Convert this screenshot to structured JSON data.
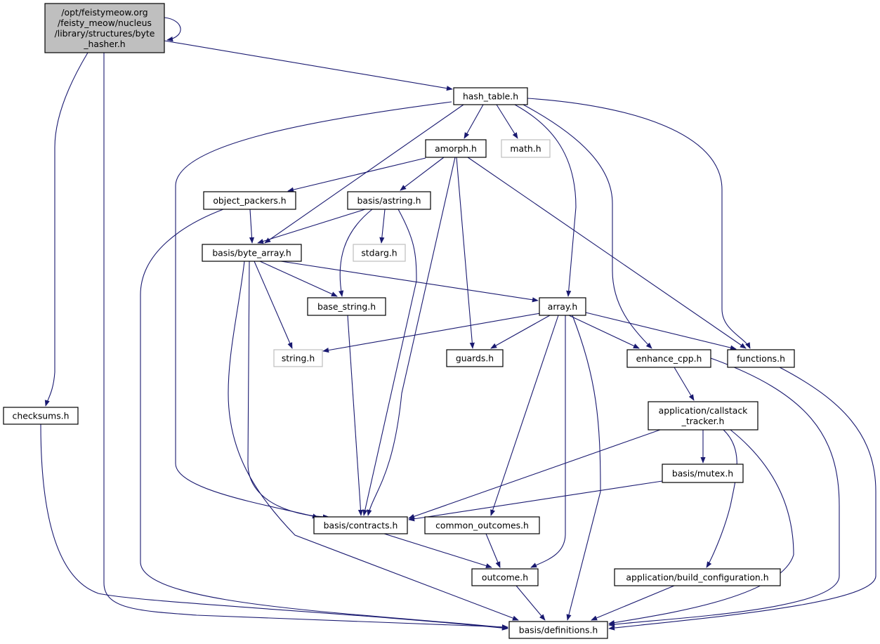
{
  "colors": {
    "edge": "#191970",
    "root_fill": "#bfbfbf",
    "external_border": "#bfbfbf"
  },
  "nodes": [
    {
      "id": "root",
      "label": [
        "/opt/feistymeow.org",
        "/feisty_meow/nucleus",
        "/library/structures/byte",
        "_hasher.h"
      ],
      "kind": "root"
    },
    {
      "id": "hash",
      "label": [
        "hash_table.h"
      ],
      "kind": "normal"
    },
    {
      "id": "amorph",
      "label": [
        "amorph.h"
      ],
      "kind": "normal"
    },
    {
      "id": "math",
      "label": [
        "math.h"
      ],
      "kind": "external"
    },
    {
      "id": "objp",
      "label": [
        "object_packers.h"
      ],
      "kind": "normal"
    },
    {
      "id": "astr",
      "label": [
        "basis/astring.h"
      ],
      "kind": "normal"
    },
    {
      "id": "stdarg",
      "label": [
        "stdarg.h"
      ],
      "kind": "external"
    },
    {
      "id": "bytea",
      "label": [
        "basis/byte_array.h"
      ],
      "kind": "normal"
    },
    {
      "id": "bstr",
      "label": [
        "base_string.h"
      ],
      "kind": "normal"
    },
    {
      "id": "array",
      "label": [
        "array.h"
      ],
      "kind": "normal"
    },
    {
      "id": "strh",
      "label": [
        "string.h"
      ],
      "kind": "external"
    },
    {
      "id": "guards",
      "label": [
        "guards.h"
      ],
      "kind": "normal"
    },
    {
      "id": "enh",
      "label": [
        "enhance_cpp.h"
      ],
      "kind": "normal"
    },
    {
      "id": "func",
      "label": [
        "functions.h"
      ],
      "kind": "normal"
    },
    {
      "id": "cks",
      "label": [
        "checksums.h"
      ],
      "kind": "normal"
    },
    {
      "id": "cst",
      "label": [
        "application/callstack",
        "_tracker.h"
      ],
      "kind": "normal"
    },
    {
      "id": "mutex",
      "label": [
        "basis/mutex.h"
      ],
      "kind": "normal"
    },
    {
      "id": "contr",
      "label": [
        "basis/contracts.h"
      ],
      "kind": "normal"
    },
    {
      "id": "comm",
      "label": [
        "common_outcomes.h"
      ],
      "kind": "normal"
    },
    {
      "id": "outc",
      "label": [
        "outcome.h"
      ],
      "kind": "normal"
    },
    {
      "id": "build",
      "label": [
        "application/build_configuration.h"
      ],
      "kind": "normal"
    },
    {
      "id": "defs",
      "label": [
        "basis/definitions.h"
      ],
      "kind": "normal"
    }
  ],
  "edges": [
    [
      "root",
      "root"
    ],
    [
      "root",
      "hash"
    ],
    [
      "root",
      "cks"
    ],
    [
      "root",
      "defs"
    ],
    [
      "cks",
      "defs"
    ],
    [
      "hash",
      "contr"
    ],
    [
      "hash",
      "bytea"
    ],
    [
      "hash",
      "amorph"
    ],
    [
      "hash",
      "math"
    ],
    [
      "hash",
      "array"
    ],
    [
      "hash",
      "enh"
    ],
    [
      "hash",
      "func"
    ],
    [
      "amorph",
      "objp"
    ],
    [
      "amorph",
      "astr"
    ],
    [
      "amorph",
      "contr"
    ],
    [
      "amorph",
      "guards"
    ],
    [
      "amorph",
      "func"
    ],
    [
      "objp",
      "bytea"
    ],
    [
      "objp",
      "defs"
    ],
    [
      "astr",
      "bytea"
    ],
    [
      "astr",
      "stdarg"
    ],
    [
      "astr",
      "bstr"
    ],
    [
      "astr",
      "contr"
    ],
    [
      "bytea",
      "bstr"
    ],
    [
      "bytea",
      "array"
    ],
    [
      "bytea",
      "strh"
    ],
    [
      "bytea",
      "contr"
    ],
    [
      "bytea",
      "defs"
    ],
    [
      "bstr",
      "contr"
    ],
    [
      "array",
      "strh"
    ],
    [
      "array",
      "guards"
    ],
    [
      "array",
      "enh"
    ],
    [
      "array",
      "func"
    ],
    [
      "array",
      "comm"
    ],
    [
      "array",
      "outc"
    ],
    [
      "array",
      "defs"
    ],
    [
      "enh",
      "cst"
    ],
    [
      "enh",
      "defs"
    ],
    [
      "func",
      "defs"
    ],
    [
      "cst",
      "contr"
    ],
    [
      "cst",
      "mutex"
    ],
    [
      "cst",
      "build"
    ],
    [
      "cst",
      "defs"
    ],
    [
      "mutex",
      "contr"
    ],
    [
      "contr",
      "outc"
    ],
    [
      "comm",
      "outc"
    ],
    [
      "outc",
      "defs"
    ],
    [
      "build",
      "defs"
    ]
  ]
}
